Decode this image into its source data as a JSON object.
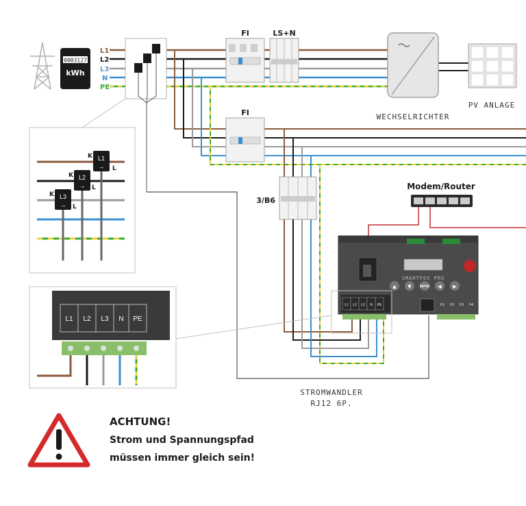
{
  "lines": {
    "l1": "L1",
    "l2": "L2",
    "l3": "L3",
    "n": "N",
    "pe": "PE"
  },
  "meter": {
    "reading": "0003127",
    "unit": "kWh"
  },
  "breakers": {
    "fi_top": "FI",
    "ls_n": "LS+N",
    "fi_mid": "FI",
    "b6": "3/B6"
  },
  "inverter": {
    "label": "WECHSELRICHTER"
  },
  "pv": {
    "label": "PV ANLAGE"
  },
  "router": {
    "label": "Modem/Router"
  },
  "device": {
    "brand": "SMARTFOX PRO",
    "terminals": [
      "L1",
      "L2",
      "L3",
      "N",
      "PE"
    ],
    "ct_terminals": [
      "F1",
      "F2",
      "F3",
      "F4"
    ],
    "buttons": [
      "▲",
      "▼",
      "ENTER",
      "◀",
      "▶"
    ]
  },
  "zoom_ct": {
    "sensors": [
      "L1",
      "L2",
      "L3"
    ],
    "k_label": "K",
    "l_label": "L"
  },
  "zoom_terminal": {
    "labels": [
      "L1",
      "L2",
      "L3",
      "N",
      "PE"
    ]
  },
  "ct_caption": {
    "line1": "STROMWANDLER",
    "line2": "RJ12 6P."
  },
  "warning": {
    "title": "ACHTUNG!",
    "line1": "Strom und Spannungspfad",
    "line2": "müssen immer gleich sein!"
  },
  "colors": {
    "l1": "#8B5A3C",
    "l2": "#1a1a1a",
    "l3": "#9a9a9a",
    "n": "#3a8fd0",
    "pe_green": "#3aa83a",
    "pe_yellow": "#e8d43a",
    "router_cable": "#c03030",
    "warning_red": "#d42a2a"
  }
}
